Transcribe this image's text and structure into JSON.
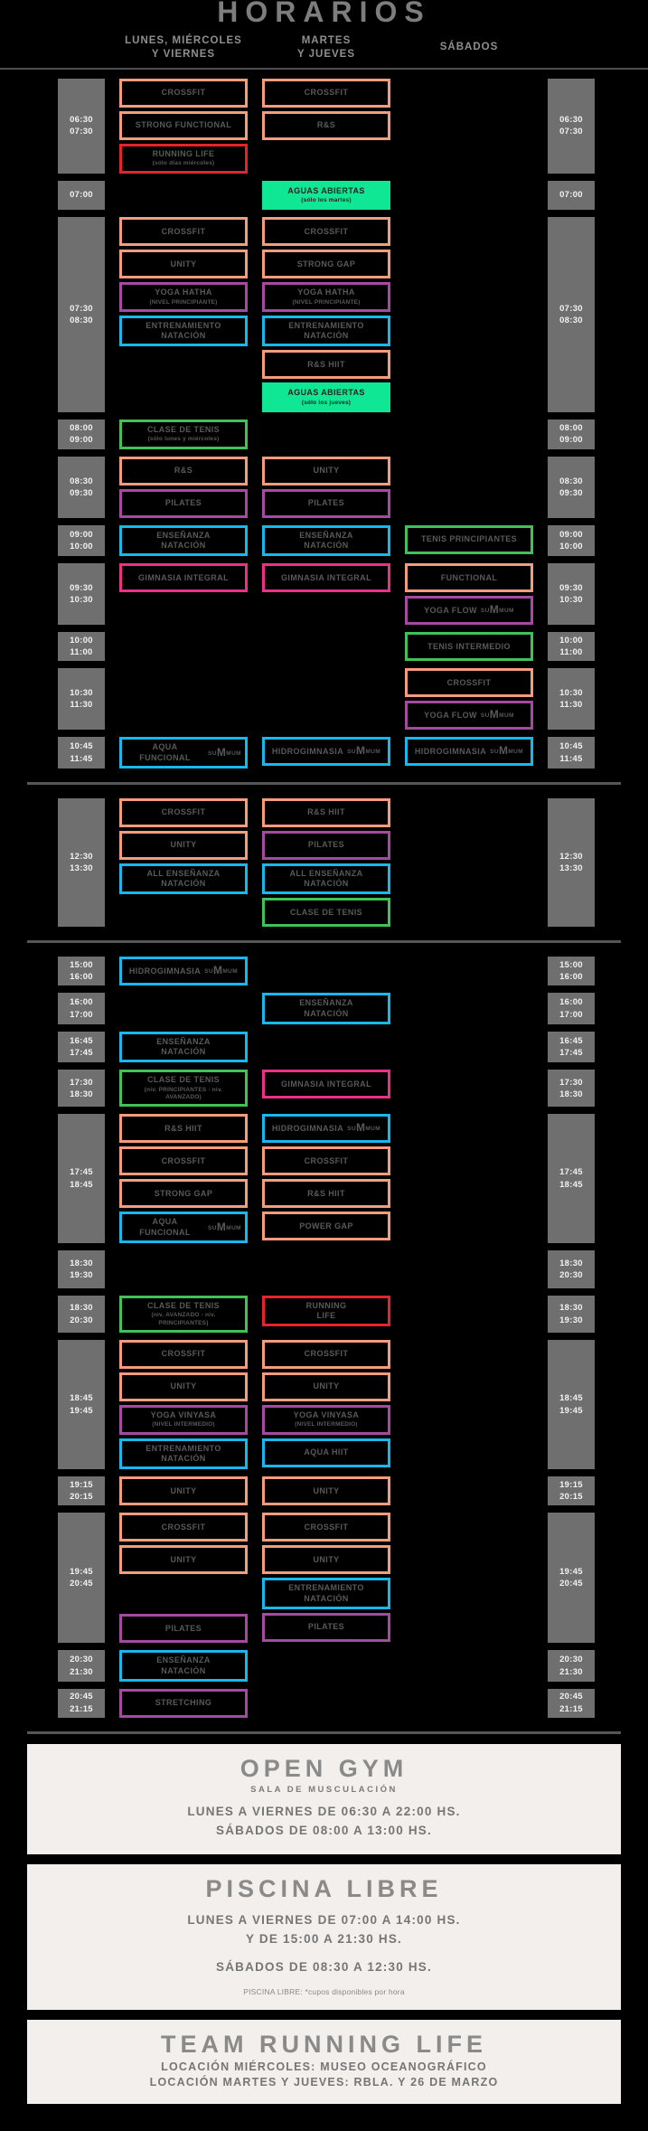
{
  "title": "HORARIOS",
  "logo_text": "SUMMUM",
  "colors": {
    "salmon": "#F49C7D",
    "red": "#E3242B",
    "green": "#42C159",
    "green_fill": "#0FE794",
    "blue": "#18B7EC",
    "purple": "#A54AA0",
    "pink": "#E93287",
    "time_gray": "#6F6F6F",
    "card_bg": "#F2EFEC"
  },
  "day_headers": {
    "lunes": "LUNES, MIÉRCOLES\nY VIERNES",
    "martes": "MARTES\nY JUEVES",
    "sabados": "SÁBADOS"
  },
  "schedule": {
    "sections": [
      {
        "rows": [
          {
            "tl": "06:30\n07:30",
            "tr": "06:30\n07:30",
            "lunes": [
              {
                "t": "CROSSFIT",
                "c": "salmon"
              },
              {
                "t": "STRONG FUNCTIONAL",
                "c": "salmon"
              },
              {
                "t": "RUNNING LIFE",
                "s": "(sólo días miércoles)",
                "c": "red"
              }
            ],
            "martes": [
              {
                "t": "CROSSFIT",
                "c": "salmon"
              },
              {
                "t": "R&S",
                "c": "salmon"
              }
            ],
            "sabados": []
          },
          {
            "tl": "07:00",
            "tr": "07:00",
            "lunes": [],
            "martes": [
              {
                "t": "AGUAS ABIERTAS",
                "s": "(sólo los martes)",
                "c": "green_fill",
                "f": true
              }
            ],
            "sabados": []
          },
          {
            "tl": "07:30\n08:30",
            "tr": "07:30\n08:30",
            "lunes": [
              {
                "t": "CROSSFIT",
                "c": "salmon"
              },
              {
                "t": "UNITY",
                "c": "salmon"
              },
              {
                "t": "YOGA HATHA",
                "s": "(NIVEL PRINCIPIANTE)",
                "c": "purple"
              },
              {
                "t": "ENTRENAMIENTO\nNATACIÓN",
                "c": "blue"
              }
            ],
            "martes": [
              {
                "t": "CROSSFIT",
                "c": "salmon"
              },
              {
                "t": "STRONG GAP",
                "c": "salmon"
              },
              {
                "t": "YOGA HATHA",
                "s": "(NIVEL PRINCIPIANTE)",
                "c": "purple"
              },
              {
                "t": "ENTRENAMIENTO\nNATACIÓN",
                "c": "blue"
              },
              {
                "t": "R&S HIIT",
                "c": "salmon"
              },
              {
                "t": "AGUAS ABIERTAS",
                "s": "(sólo los jueves)",
                "c": "green_fill",
                "f": true
              }
            ],
            "sabados": []
          },
          {
            "tl": "08:00\n09:00",
            "tr": "08:00\n09:00",
            "lunes": [
              {
                "t": "CLASE DE TENIS",
                "s": "(sólo lunes y miércoles)",
                "c": "green"
              }
            ],
            "martes": [],
            "sabados": []
          },
          {
            "tl": "08:30\n09:30",
            "tr": "08:30\n09:30",
            "lunes": [
              {
                "t": "R&S",
                "c": "salmon"
              },
              {
                "t": "PILATES",
                "c": "purple"
              }
            ],
            "martes": [
              {
                "t": "UNITY",
                "c": "salmon"
              },
              {
                "t": "PILATES",
                "c": "purple"
              }
            ],
            "sabados": []
          },
          {
            "tl": "09:00\n10:00",
            "tr": "09:00\n10:00",
            "lunes": [
              {
                "t": "ENSEÑANZA\nNATACIÓN",
                "c": "blue"
              }
            ],
            "martes": [
              {
                "t": "ENSEÑANZA\nNATACIÓN",
                "c": "blue"
              }
            ],
            "sabados": [
              {
                "t": "TENIS PRINCIPIANTES",
                "c": "green"
              }
            ]
          },
          {
            "tl": "09:30\n10:30",
            "tr": "09:30\n10:30",
            "lunes": [
              {
                "t": "GIMNASIA INTEGRAL",
                "c": "pink"
              }
            ],
            "martes": [
              {
                "t": "GIMNASIA INTEGRAL",
                "c": "pink"
              }
            ],
            "sabados": [
              {
                "t": "FUNCTIONAL",
                "c": "salmon"
              },
              {
                "t": "YOGA FLOW",
                "c": "purple",
                "l": true
              }
            ]
          },
          {
            "tl": "10:00\n11:00",
            "tr": "10:00\n11:00",
            "lunes": [],
            "martes": [],
            "sabados": [
              {
                "t": "TENIS INTERMEDIO",
                "c": "green"
              }
            ]
          },
          {
            "tl": "10:30\n11:30",
            "tr": "10:30\n11:30",
            "lunes": [],
            "martes": [],
            "sabados": [
              {
                "t": "CROSSFIT",
                "c": "salmon"
              },
              {
                "t": "YOGA FLOW",
                "c": "purple",
                "l": true
              }
            ]
          },
          {
            "tl": "10:45\n11:45",
            "tr": "10:45\n11:45",
            "lunes": [
              {
                "t": "AQUA FUNCIONAL",
                "c": "blue",
                "l": true
              }
            ],
            "martes": [
              {
                "t": "HIDROGIMNASIA",
                "c": "blue",
                "l": true
              }
            ],
            "sabados": [
              {
                "t": "HIDROGIMNASIA",
                "c": "blue",
                "l": true
              }
            ]
          }
        ]
      },
      {
        "rows": [
          {
            "tl": "12:30\n13:30",
            "tr": "12:30\n13:30",
            "lunes": [
              {
                "t": "CROSSFIT",
                "c": "salmon"
              },
              {
                "t": "UNITY",
                "c": "salmon"
              },
              {
                "t": "ALL ENSEÑANZA\nNATACIÓN",
                "c": "blue"
              }
            ],
            "martes": [
              {
                "t": "R&S HIIT",
                "c": "salmon"
              },
              {
                "t": "PILATES",
                "c": "purple"
              },
              {
                "t": "ALL ENSEÑANZA\nNATACIÓN",
                "c": "blue"
              },
              {
                "t": "CLASE DE TENIS",
                "c": "green"
              }
            ],
            "sabados": []
          }
        ]
      },
      {
        "rows": [
          {
            "tl": "15:00\n16:00",
            "tr": "15:00\n16:00",
            "lunes": [
              {
                "t": "HIDROGIMNASIA",
                "c": "blue",
                "l": true
              }
            ],
            "martes": [],
            "sabados": []
          },
          {
            "tl": "16:00\n17:00",
            "tr": "16:00\n17:00",
            "lunes": [],
            "martes": [
              {
                "t": "ENSEÑANZA\nNATACIÓN",
                "c": "blue"
              }
            ],
            "sabados": []
          },
          {
            "tl": "16:45\n17:45",
            "tr": "16:45\n17:45",
            "lunes": [
              {
                "t": "ENSEÑANZA\nNATACIÓN",
                "c": "blue"
              }
            ],
            "martes": [],
            "sabados": []
          },
          {
            "tl": "17:30\n18:30",
            "tr": "17:30\n18:30",
            "lunes": [
              {
                "t": "CLASE DE TENIS",
                "s": "(niv. PRINCIPIANTES - niv. AVANZADO)",
                "c": "green"
              }
            ],
            "martes": [
              {
                "t": "GIMNASIA INTEGRAL",
                "c": "pink"
              }
            ],
            "sabados": []
          },
          {
            "tl": "17:45\n18:45",
            "tr": "17:45\n18:45",
            "lunes": [
              {
                "t": "R&S HIIT",
                "c": "salmon"
              },
              {
                "t": "CROSSFIT",
                "c": "salmon"
              },
              {
                "t": "STRONG GAP",
                "c": "salmon"
              },
              {
                "t": "AQUA FUNCIONAL",
                "c": "blue",
                "l": true
              }
            ],
            "martes": [
              {
                "t": "HIDROGIMNASIA",
                "c": "blue",
                "l": true
              },
              {
                "t": "CROSSFIT",
                "c": "salmon"
              },
              {
                "t": "R&S HIIT",
                "c": "salmon"
              },
              {
                "t": "POWER GAP",
                "c": "salmon"
              }
            ],
            "sabados": []
          },
          {
            "tl": "18:30\n19:30",
            "tr": "18:30\n20:30",
            "lunes": [],
            "martes": [],
            "sabados": []
          },
          {
            "tl": "18:30\n20:30",
            "tr": "18:30\n19:30",
            "lunes": [
              {
                "t": "CLASE DE TENIS",
                "s": "(niv. AVANZADO - niv. PRINCIPIANTES)",
                "c": "green"
              }
            ],
            "martes": [
              {
                "t": "RUNNING\nLIFE",
                "c": "red"
              }
            ],
            "sabados": []
          },
          {
            "tl": "18:45\n19:45",
            "tr": "18:45\n19:45",
            "lunes": [
              {
                "t": "CROSSFIT",
                "c": "salmon"
              },
              {
                "t": "UNITY",
                "c": "salmon"
              },
              {
                "t": "YOGA VINYASA",
                "s": "(NIVEL INTERMEDIO)",
                "c": "purple"
              },
              {
                "t": "ENTRENAMIENTO\nNATACIÓN",
                "c": "blue"
              }
            ],
            "martes": [
              {
                "t": "CROSSFIT",
                "c": "salmon"
              },
              {
                "t": "UNITY",
                "c": "salmon"
              },
              {
                "t": "YOGA VINYASA",
                "s": "(NIVEL INTERMEDIO)",
                "c": "purple"
              },
              {
                "t": "AQUA HIIT",
                "c": "blue"
              }
            ],
            "sabados": []
          },
          {
            "tl": "19:15\n20:15",
            "tr": "19:15\n20:15",
            "lunes": [
              {
                "t": "UNITY",
                "c": "salmon"
              }
            ],
            "martes": [
              {
                "t": "UNITY",
                "c": "salmon"
              }
            ],
            "sabados": []
          },
          {
            "tl": "19:45\n20:45",
            "tr": "19:45\n20:45",
            "lunes": [
              {
                "t": "CROSSFIT",
                "c": "salmon"
              },
              {
                "t": "UNITY",
                "c": "salmon"
              },
              {
                "sp": true
              },
              {
                "t": "PILATES",
                "c": "purple"
              }
            ],
            "martes": [
              {
                "t": "CROSSFIT",
                "c": "salmon"
              },
              {
                "t": "UNITY",
                "c": "salmon"
              },
              {
                "t": "ENTRENAMIENTO\nNATACIÓN",
                "c": "blue"
              },
              {
                "t": "PILATES",
                "c": "purple"
              }
            ],
            "sabados": []
          },
          {
            "tl": "20:30\n21:30",
            "tr": "20:30\n21:30",
            "lunes": [
              {
                "t": "ENSEÑANZA\nNATACIÓN",
                "c": "blue"
              }
            ],
            "martes": [],
            "sabados": []
          },
          {
            "tl": "20:45\n21:15",
            "tr": "20:45\n21:15",
            "lunes": [
              {
                "t": "STRETCHING",
                "c": "purple"
              }
            ],
            "martes": [],
            "sabados": []
          }
        ]
      }
    ]
  },
  "cards": {
    "open_gym": {
      "title": "OPEN GYM",
      "subtitle": "SALA DE MUSCULACIÓN",
      "line1": "LUNES A VIERNES DE 06:30 A 22:00 HS.",
      "line2": "SÁBADOS DE 08:00 A 13:00 HS."
    },
    "piscina_libre": {
      "title": "PISCINA LIBRE",
      "line1": "LUNES A VIERNES DE 07:00 A 14:00 HS.\nY DE 15:00 A 21:30 HS.",
      "line2": "SÁBADOS DE 08:30 A 12:30 HS.",
      "note": "PISCINA LIBRE: *cupos disponibles por hora"
    },
    "team_running_life": {
      "title": "TEAM RUNNING LIFE",
      "line1": "LOCACIÓN MIÉRCOLES: MUSEO OCEANOGRÁFICO",
      "line2": "LOCACIÓN MARTES Y JUEVES: RBLA. Y 26 DE MARZO"
    }
  }
}
